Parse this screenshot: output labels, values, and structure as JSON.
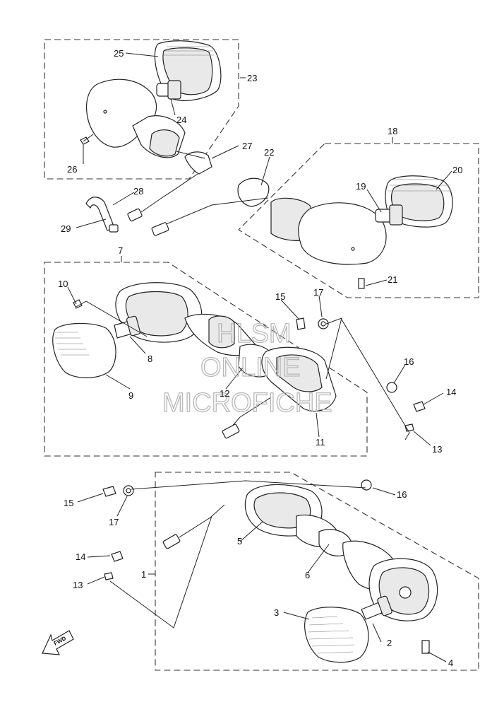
{
  "watermark": {
    "line1": "HLSM",
    "line2": "ONLINE",
    "line3": "MICROFICHE"
  },
  "fwd_badge": "FWD",
  "callouts": {
    "c1": "1",
    "c2": "2",
    "c3": "3",
    "c4": "4",
    "c5": "5",
    "c6": "6",
    "c7": "7",
    "c8": "8",
    "c9": "9",
    "c10": "10",
    "c11": "11",
    "c12": "12",
    "c13a": "13",
    "c13b": "13",
    "c14a": "14",
    "c14b": "14",
    "c15a": "15",
    "c15b": "15",
    "c16a": "16",
    "c16b": "16",
    "c17a": "17",
    "c17b": "17",
    "c18": "18",
    "c19": "19",
    "c20": "20",
    "c21": "21",
    "c22": "22",
    "c23": "23",
    "c24": "24",
    "c25": "25",
    "c26": "26",
    "c27": "27",
    "c28": "28",
    "c29": "29"
  }
}
